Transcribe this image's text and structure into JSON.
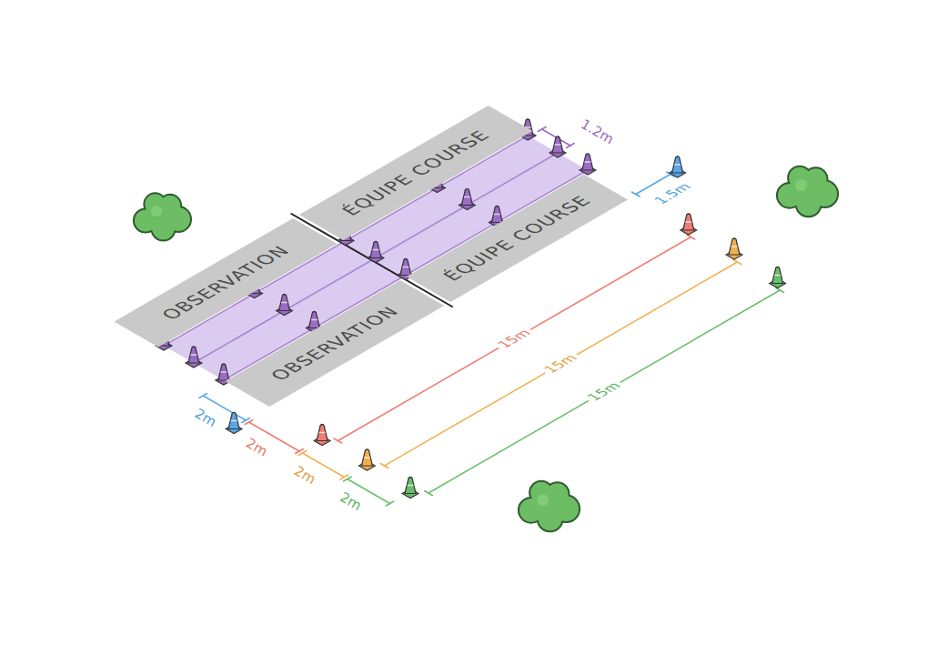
{
  "diagram": {
    "nodes": [
      {
        "text": [
          "ÉQUIPE COURSE"
        ]
      },
      {
        "text": [
          "OBSERVATION"
        ]
      },
      {
        "text": [
          "ÉQUIPE COURSE"
        ]
      },
      {
        "text": [
          "OBSERVATION"
        ]
      }
    ],
    "labels": [
      "1.2m",
      "1.5m",
      "2m",
      "2m",
      "2m",
      "2m",
      "15m",
      "15m",
      "15m"
    ]
  }
}
